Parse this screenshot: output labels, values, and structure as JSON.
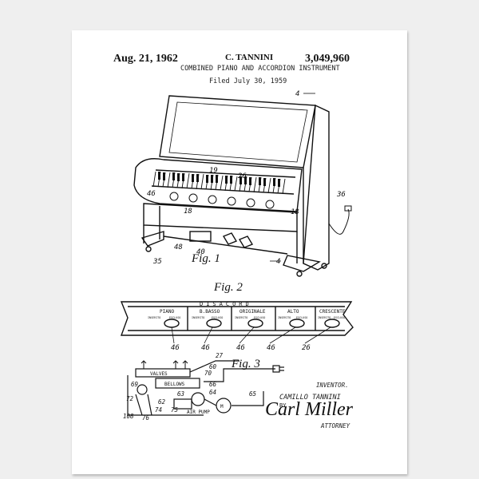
{
  "patent": {
    "date": "Aug. 21, 1962",
    "inventor_header": "C. TANNINI",
    "number": "3,049,960",
    "title": "COMBINED PIANO AND ACCORDION INSTRUMENT",
    "filed": "Filed July 30, 1959"
  },
  "figures": {
    "fig1": "Fig. 1",
    "fig2": "Fig. 2",
    "fig3": "Fig. 3"
  },
  "labels": {
    "fig1": [
      "4",
      "19",
      "26",
      "36",
      "46",
      "18",
      "18",
      "40",
      "48",
      "35",
      "4"
    ],
    "fig2_heading": "DISACORD",
    "fig2_stops": [
      "PIANO",
      "B.BASSO",
      "ORIGINALE",
      "ALTO",
      "CRESCENTE"
    ],
    "fig2_small": [
      "INSERITO",
      "ESCLUSO",
      "INSERITO",
      "ESCLUSO",
      "INSERITO",
      "ESCLUSO",
      "INSERITO",
      "ESCLUSO",
      "INSERITO",
      "ESCLUSO"
    ],
    "fig2_refs": [
      "46",
      "46",
      "46",
      "46",
      "26"
    ],
    "fig3_valves": "VALVES",
    "fig3_bellows": "BELLOWS",
    "fig3_air_pump": "AIR PUMP",
    "fig3_motor": "M",
    "fig3_refs": [
      "27",
      "70",
      "60",
      "69",
      "66",
      "64",
      "63",
      "62",
      "65",
      "72",
      "74",
      "75",
      "76",
      "108"
    ]
  },
  "signature": {
    "role": "INVENTOR.",
    "inventor_name": "CAMILLO TANNINI",
    "by": "BY",
    "attorney_signature": "Carl Miller",
    "attorney_role": "ATTORNEY"
  }
}
